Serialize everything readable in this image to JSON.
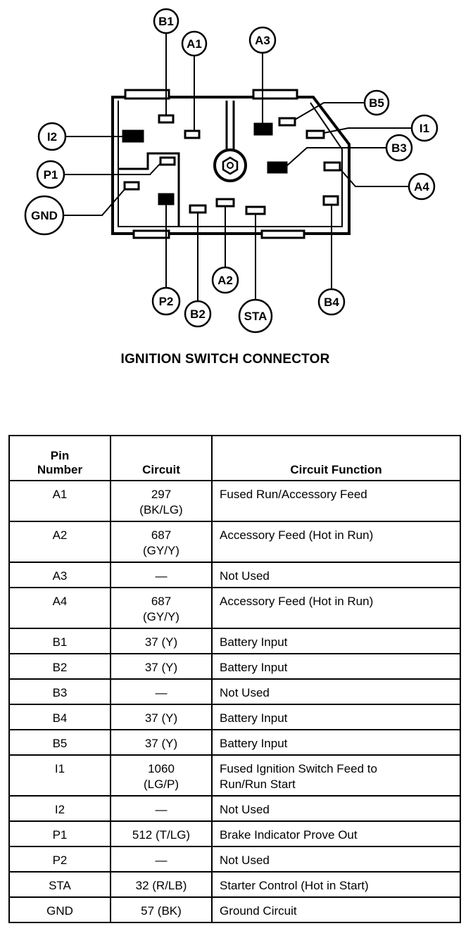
{
  "caption": "IGNITION SWITCH CONNECTOR",
  "diagram": {
    "labels": {
      "b1": "B1",
      "a1": "A1",
      "a3": "A3",
      "b5": "B5",
      "i1": "I1",
      "b3": "B3",
      "a4": "A4",
      "i2": "I2",
      "p1": "P1",
      "gnd": "GND",
      "p2": "P2",
      "b2": "B2",
      "a2": "A2",
      "sta": "STA",
      "b4": "B4"
    }
  },
  "table": {
    "headers": {
      "pin_line1": "Pin",
      "pin_line2": "Number",
      "circuit": "Circuit",
      "function": "Circuit Function"
    },
    "rows": [
      {
        "pin": "A1",
        "circuit": [
          "297",
          "(BK/LG)"
        ],
        "function": [
          "Fused Run/Accessory Feed"
        ]
      },
      {
        "pin": "A2",
        "circuit": [
          "687",
          "(GY/Y)"
        ],
        "function": [
          "Accessory Feed (Hot in Run)"
        ]
      },
      {
        "pin": "A3",
        "circuit": [
          "—"
        ],
        "function": [
          "Not Used"
        ]
      },
      {
        "pin": "A4",
        "circuit": [
          "687",
          "(GY/Y)"
        ],
        "function": [
          "Accessory Feed (Hot in Run)"
        ]
      },
      {
        "pin": "B1",
        "circuit": [
          "37 (Y)"
        ],
        "function": [
          "Battery Input"
        ]
      },
      {
        "pin": "B2",
        "circuit": [
          "37 (Y)"
        ],
        "function": [
          "Battery Input"
        ]
      },
      {
        "pin": "B3",
        "circuit": [
          "—"
        ],
        "function": [
          "Not Used"
        ]
      },
      {
        "pin": "B4",
        "circuit": [
          "37 (Y)"
        ],
        "function": [
          "Battery Input"
        ]
      },
      {
        "pin": "B5",
        "circuit": [
          "37 (Y)"
        ],
        "function": [
          "Battery Input"
        ]
      },
      {
        "pin": "I1",
        "circuit": [
          "1060",
          "(LG/P)"
        ],
        "function": [
          "Fused Ignition Switch Feed to",
          "Run/Run Start"
        ]
      },
      {
        "pin": "I2",
        "circuit": [
          "—"
        ],
        "function": [
          "Not Used"
        ]
      },
      {
        "pin": "P1",
        "circuit": [
          "512 (T/LG)"
        ],
        "function": [
          "Brake Indicator Prove Out"
        ]
      },
      {
        "pin": "P2",
        "circuit": [
          "—"
        ],
        "function": [
          "Not Used"
        ]
      },
      {
        "pin": "STA",
        "circuit": [
          "32 (R/LB)"
        ],
        "function": [
          "Starter Control (Hot in Start)"
        ]
      },
      {
        "pin": "GND",
        "circuit": [
          "57 (BK)"
        ],
        "function": [
          "Ground Circuit"
        ]
      }
    ]
  }
}
